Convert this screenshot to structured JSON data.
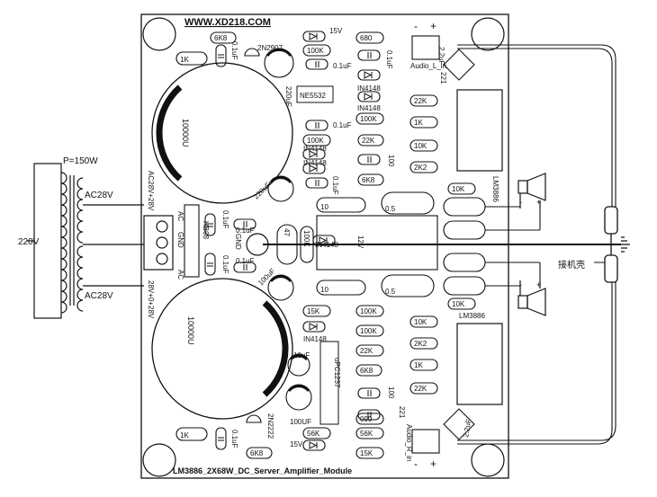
{
  "board": {
    "website": "WWW.XD218.COM",
    "title": "LM3886_2X68W_DC_Server_Amplifier_Module"
  },
  "transformer": {
    "power": "P=150W",
    "primary": "220V",
    "secondary_top": "AC28V",
    "secondary_bottom": "AC28V"
  },
  "connector": {
    "power_label_top": "AC28V+28V",
    "power_label_bottom": "28V+0+28V",
    "pins": [
      "AC",
      "GND",
      "AC"
    ]
  },
  "outputs": {
    "chassis_label": "接机壳",
    "plus": "+",
    "minus": "-"
  },
  "inputs": {
    "left": "Audio_L_in",
    "right": "Audio_R_in",
    "minus": "-",
    "plus": "+"
  },
  "components": {
    "c_10000u": "10000U",
    "c_220uf": "220uF",
    "c_100uf": "100uF",
    "c_100UF": "100UF",
    "c_10uf": "10uF",
    "c_2_2uf": "2.2uF",
    "c_0_1uf": "0.1uF",
    "r_1k": "1K",
    "r_6k8": "6K8",
    "r_680": "680",
    "r_099": "099",
    "r_100k": "100K",
    "r_22k": "22K",
    "r_10k": "10K",
    "r_2k2": "2K2",
    "r_56k": "56K",
    "r_15k": "15K",
    "r_10": "10",
    "r_0_5": "0.5",
    "r_47": "47",
    "r_100": "100",
    "r_221": "221",
    "r_12v": "12V",
    "t_2n2907": "2N2907",
    "t_2n2222": "2N2222",
    "d_in4148": "IN4148",
    "d_in4148_b": "IN4148",
    "v_15v": "15V",
    "ic_ne5532": "NE5532",
    "ic_upc1237": "uPC1237",
    "ic_lm3886": "LM3886",
    "bridge": "HB08",
    "gnd": "GND"
  }
}
